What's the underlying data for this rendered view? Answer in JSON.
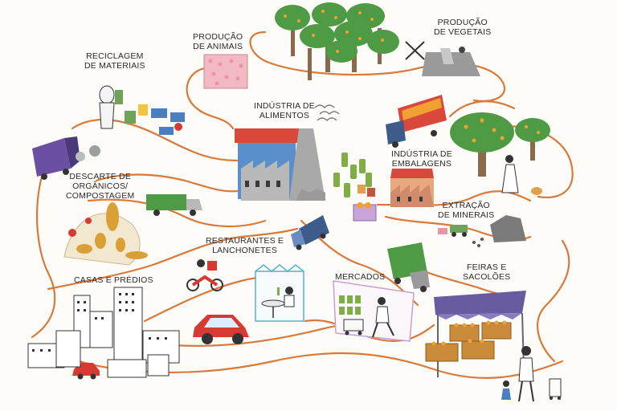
{
  "labels": {
    "producao_animais": [
      "PRODUÇÃO",
      "DE ANIMAIS"
    ],
    "producao_vegetais": [
      "PRODUÇÃO",
      "DE VEGETAIS"
    ],
    "reciclagem": [
      "RECICLAGEM",
      "DE MATERIAIS"
    ],
    "industria_alimentos": [
      "INDÚSTRIA DE",
      "ALIMENTOS"
    ],
    "industria_embalagens": [
      "INDÚSTRIA DE",
      "EMBALAGENS"
    ],
    "descarte": [
      "DESCARTE DE",
      "ORGÂNICOS/",
      "COMPOSTAGEM"
    ],
    "extracao": [
      "EXTRAÇÃO",
      "DE MINERAIS"
    ],
    "restaurantes": [
      "RESTAURANTES E",
      "LANCHONETES"
    ],
    "casas": [
      "CASAS E PRÉDIOS"
    ],
    "mercados": [
      "MERCADOS"
    ],
    "feiras": [
      "FEIRAS E",
      "SACOLÕES"
    ]
  },
  "colors": {
    "path": "#d9793b",
    "tree_crown": "#4f9a45",
    "tree_trunk": "#8a6a4a",
    "orange_fruit": "#f0a131",
    "factory_roof": "#d9483b",
    "factory_wall": "#5b8fc9",
    "truck_purple": "#6a4fa3",
    "truck_green": "#4f9a45",
    "truck_blue": "#3d5c8c",
    "car_red": "#d63a32",
    "awning_purple": "#6a5aa0",
    "crate": "#c98a3a"
  }
}
